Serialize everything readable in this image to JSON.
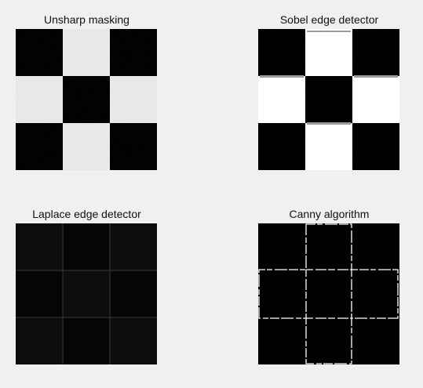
{
  "figure": {
    "panels": [
      {
        "title": "Unsharp masking"
      },
      {
        "title": "Sobel edge detector"
      },
      {
        "title": "Laplace edge detector"
      },
      {
        "title": "Canny algorithm"
      }
    ]
  },
  "colors": {
    "background": "#f0f0f0",
    "dark": "#111111",
    "light": "#f2f2f2"
  }
}
